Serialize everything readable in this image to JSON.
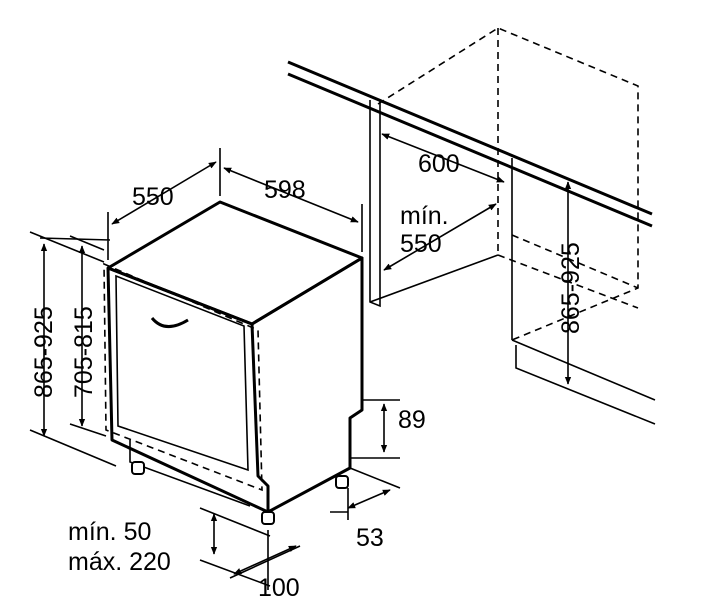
{
  "dimensions": {
    "depth_550": "550",
    "width_598": "598",
    "niche_width_600": "600",
    "niche_min_label": "mín.",
    "niche_depth_550": "550",
    "height_865_925_left": "865-925",
    "height_705_815": "705-815",
    "height_865_925_right": "865-925",
    "plinth_89": "89",
    "plinth_53": "53",
    "door_min_label": "mín. 50",
    "door_max_label": "máx. 220",
    "door_100": "100"
  },
  "colors": {
    "line": "#000000",
    "background": "#ffffff"
  }
}
